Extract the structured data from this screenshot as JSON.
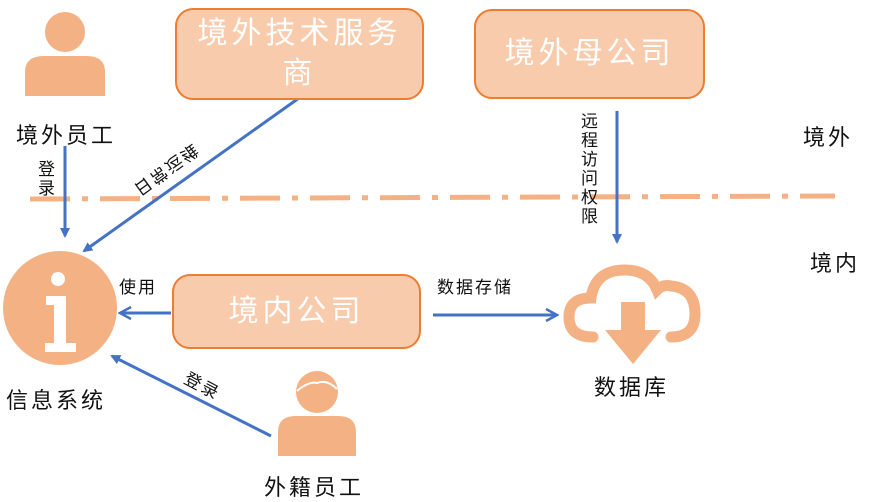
{
  "colors": {
    "box_fill": "#f8cbad",
    "box_border": "#ed7d31",
    "icon": "#f4b183",
    "arrow": "#4472c4",
    "boundary": "#f4b183"
  },
  "nodes": {
    "overseas_tech_provider": "境外技术服务商",
    "overseas_parent": "境外母公司",
    "domestic_company": "境内公司",
    "overseas_staff": "境外员工",
    "foreign_staff": "外籍员工",
    "info_system": "信息系统",
    "database": "数据库"
  },
  "regions": {
    "overseas": "境外",
    "domestic": "境内"
  },
  "edges": {
    "overseas_staff_login": "登录",
    "daily_ops": "日常运维",
    "remote_access": "远程访问权限",
    "use": "使用",
    "data_storage": "数据存储",
    "foreign_staff_login": "登录"
  },
  "icons": {
    "person": "person-icon",
    "info": "info-icon",
    "cloud": "cloud-download-icon"
  }
}
